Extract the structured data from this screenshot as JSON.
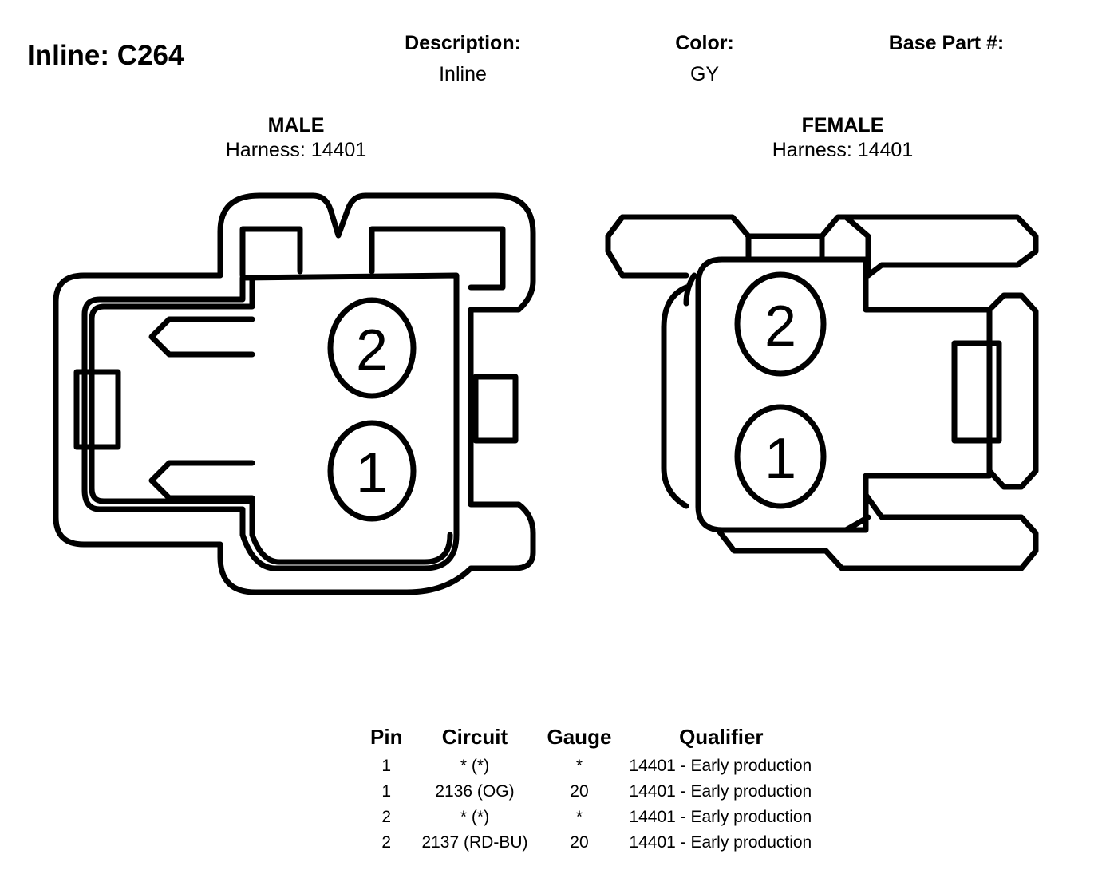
{
  "header": {
    "title": "Inline: C264",
    "description_label": "Description:",
    "description_value": "Inline",
    "color_label": "Color:",
    "color_value": "GY",
    "base_part_label": "Base Part #:",
    "base_part_value": ""
  },
  "views": {
    "male": {
      "label": "MALE",
      "harness": "Harness: 14401",
      "pins": [
        "2",
        "1"
      ]
    },
    "female": {
      "label": "FEMALE",
      "harness": "Harness: 14401",
      "pins": [
        "2",
        "1"
      ]
    }
  },
  "table": {
    "headers": [
      "Pin",
      "Circuit",
      "Gauge",
      "Qualifier"
    ],
    "rows": [
      [
        "1",
        "* (*)",
        "*",
        "14401 - Early production"
      ],
      [
        "1",
        "2136 (OG)",
        "20",
        "14401 - Early production"
      ],
      [
        "2",
        "* (*)",
        "*",
        "14401 - Early production"
      ],
      [
        "2",
        "2137 (RD-BU)",
        "20",
        "14401 - Early production"
      ]
    ]
  }
}
